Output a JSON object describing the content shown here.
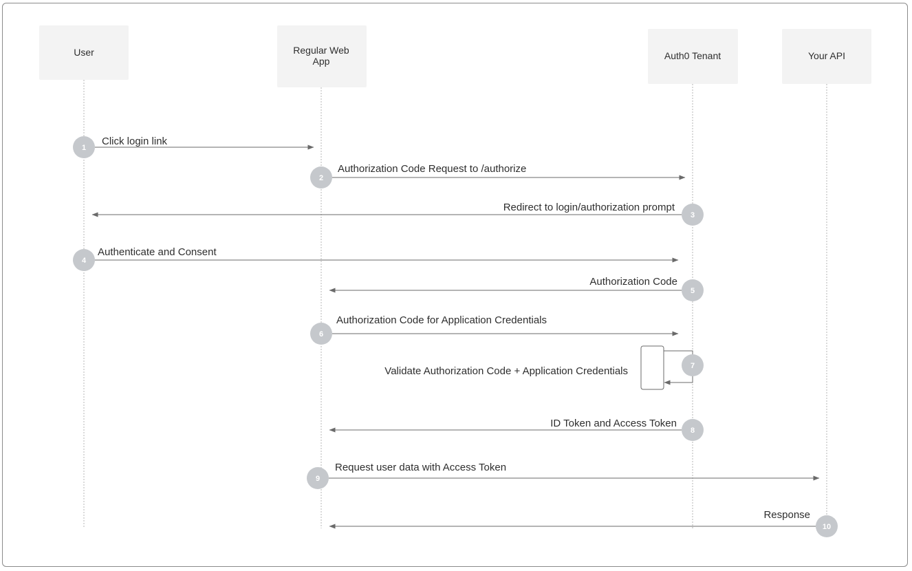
{
  "diagram": {
    "type": "sequence",
    "actors": [
      {
        "id": "user",
        "label": "User"
      },
      {
        "id": "webapp",
        "label": "Regular Web App"
      },
      {
        "id": "tenant",
        "label": "Auth0 Tenant"
      },
      {
        "id": "api",
        "label": "Your API"
      }
    ],
    "messages": [
      {
        "step": "1",
        "from": "user",
        "to": "webapp",
        "label": "Click login link"
      },
      {
        "step": "2",
        "from": "webapp",
        "to": "tenant",
        "label": "Authorization Code Request to /authorize"
      },
      {
        "step": "3",
        "from": "tenant",
        "to": "user",
        "label": "Redirect to login/authorization prompt"
      },
      {
        "step": "4",
        "from": "user",
        "to": "tenant",
        "label": "Authenticate and Consent"
      },
      {
        "step": "5",
        "from": "tenant",
        "to": "webapp",
        "label": "Authorization Code"
      },
      {
        "step": "6",
        "from": "webapp",
        "to": "tenant",
        "label": "Authorization Code for Application Credentials"
      },
      {
        "step": "7",
        "from": "tenant",
        "to": "tenant",
        "label": "Validate Authorization Code + Application Credentials"
      },
      {
        "step": "8",
        "from": "tenant",
        "to": "webapp",
        "label": "ID Token and Access Token"
      },
      {
        "step": "9",
        "from": "webapp",
        "to": "api",
        "label": "Request user data with Access Token"
      },
      {
        "step": "10",
        "from": "api",
        "to": "webapp",
        "label": "Response"
      }
    ]
  }
}
